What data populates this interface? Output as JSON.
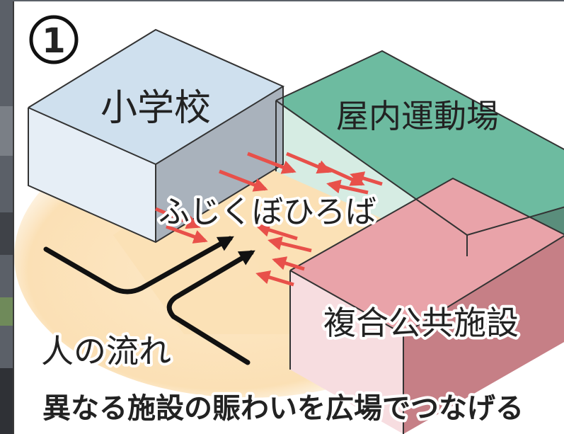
{
  "panel_number": "1",
  "buildings": {
    "elementary_school": "小学校",
    "indoor_gym": "屋内運動場",
    "public_complex": "複合公共施設"
  },
  "plaza_label": "ふじくぼひろば",
  "flow_label": "人の流れ",
  "caption": "異なる施設の賑わいを広場でつなげる",
  "colors": {
    "school_top": "#cfe0ee",
    "gym_top": "#6dbba0",
    "complex_top": "#e9a3a9",
    "plaza": "#fbe3bd",
    "arrow_red": "#e8504a"
  }
}
